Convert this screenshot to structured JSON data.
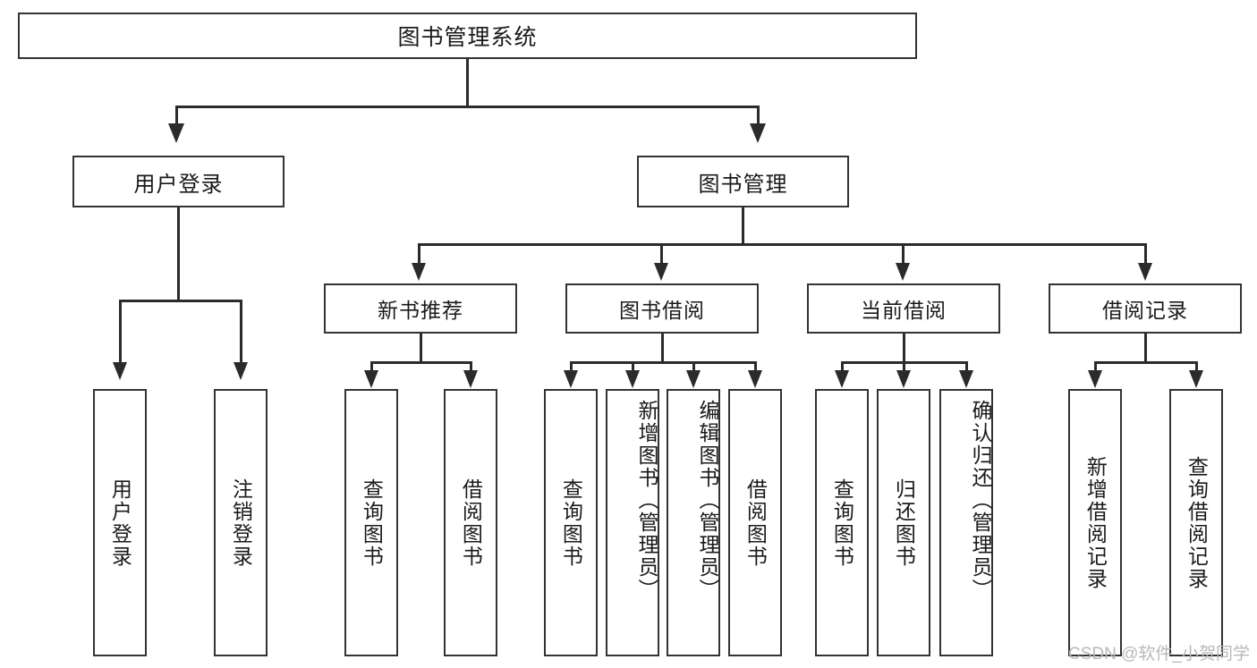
{
  "diagram": {
    "title": "图书管理系统",
    "type": "tree-hierarchy-chart",
    "watermark": "CSDN @软件_小贺同学",
    "colors": {
      "box_border": "#333333",
      "box_fill": "#ffffff",
      "connector": "#2b2b2b",
      "text": "#1a1a1a",
      "watermark": "#b9b9b9",
      "background": "#ffffff"
    }
  },
  "root": {
    "label": "图书管理系统"
  },
  "level2": [
    {
      "label": "用户登录"
    },
    {
      "label": "图书管理"
    }
  ],
  "level3": [
    {
      "label": "新书推荐"
    },
    {
      "label": "图书借阅"
    },
    {
      "label": "当前借阅"
    },
    {
      "label": "借阅记录"
    }
  ],
  "leaves": {
    "user_login": [
      {
        "label": "用户登录"
      },
      {
        "label": "注销登录"
      }
    ],
    "new_book_recommend": [
      {
        "label": "查询图书"
      },
      {
        "label": "借阅图书"
      }
    ],
    "book_borrow": [
      {
        "label": "查询图书"
      },
      {
        "label": "新增图书（管理员）"
      },
      {
        "label": "编辑图书（管理员）"
      },
      {
        "label": "借阅图书"
      }
    ],
    "current_borrow": [
      {
        "label": "查询图书"
      },
      {
        "label": "归还图书"
      },
      {
        "label": "确认归还（管理员）"
      }
    ],
    "borrow_record": [
      {
        "label": "新增借阅记录"
      },
      {
        "label": "查询借阅记录"
      }
    ]
  }
}
